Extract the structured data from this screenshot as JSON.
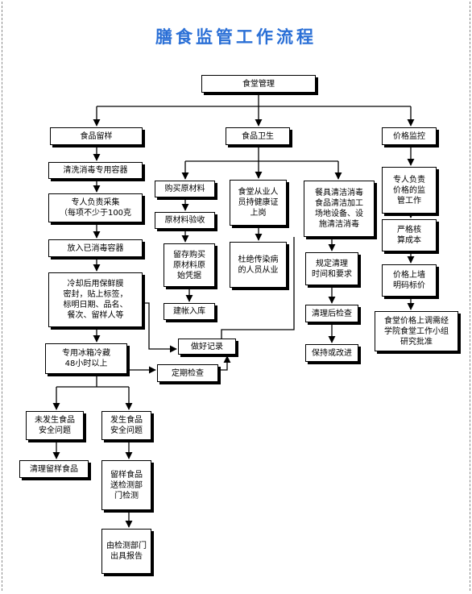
{
  "title": "膳食监管工作流程",
  "colors": {
    "line": "#000000",
    "title": "#2a6fd6",
    "border_dash": "#888888"
  },
  "nodes": {
    "root": "食堂管理",
    "food_sample": "食品留样",
    "food_hygiene": "食品卫生",
    "price_control": "价格监控",
    "clean_container": "清洗消毒专用容器",
    "person_collect": "专人负责采集\n（每项不少于100克",
    "put_container": "放入已消毒容器",
    "cool_wrap": "冷却后用保鲜膜\n密封，贴上标签，\n标明日期、品名、\n餐次、留样人等",
    "fridge": "专用冰箱冷藏\n48小时以上",
    "record": "做好记录",
    "periodic_check": "定期检查",
    "no_issue": "未发生食品\n安全问题",
    "issue": "发生食品\n安全问题",
    "clear_sample": "清理留样食品",
    "send_sample": "留样食品\n送检测部\n门检测",
    "report": "由检测部门\n出具报告",
    "buy_material": "购买原材料",
    "inspect_material": "原材料验收",
    "keep_voucher": "留存购买\n原材料原\n始凭据",
    "build_ledger": "建帐入库",
    "staff_cert": "食堂从业人\n员持健康证\n上岗",
    "no_disease": "杜绝传染病\n的人员从业",
    "tableware_clean": "餐具清洁消毒\n食品清洁加工\n场地设备、设\n施清洁消毒",
    "clean_rules": "规定清理\n时间和要求",
    "post_clean_check": "清理后检查",
    "maintain": "保持或改进",
    "price_person": "专人负责\n价格的监\n管工作",
    "strict_cost": "严格核\n算成本",
    "price_wall": "价格上墙\n明码标价",
    "price_adjust": "食堂价格上调需经\n学院食堂工作小组\n研究批准"
  }
}
